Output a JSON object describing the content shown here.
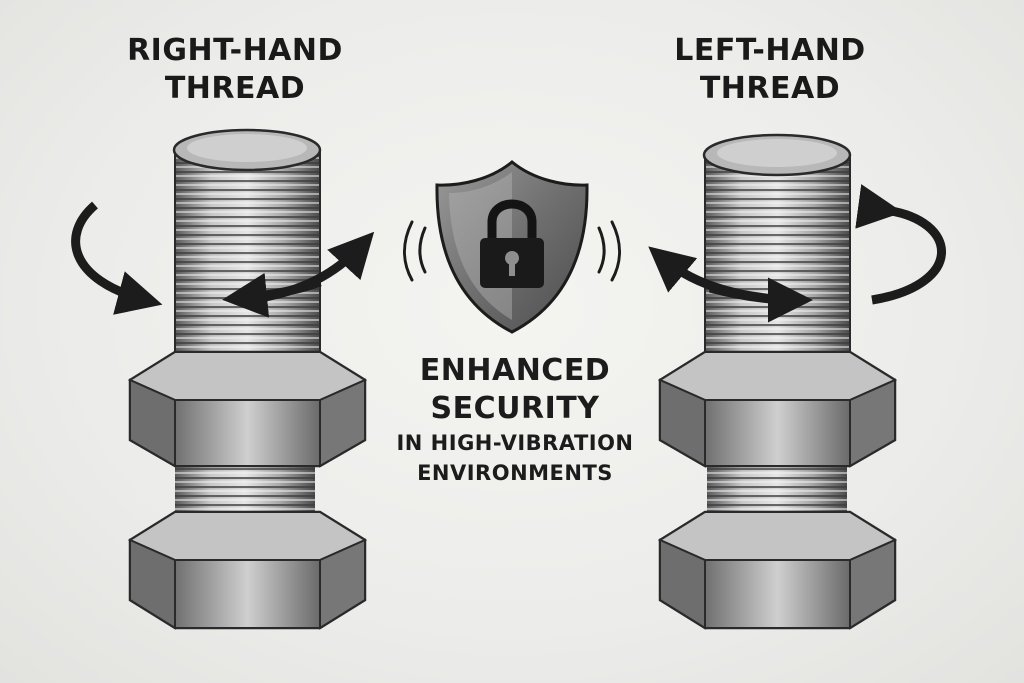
{
  "right_hand": {
    "line1": "RIGHT-HAND",
    "line2": "THREAD"
  },
  "left_hand": {
    "line1": "LEFT-HAND",
    "line2": "THREAD"
  },
  "center": {
    "line1": "ENHANCED",
    "line2": "SECURITY",
    "line3": "IN HIGH-VIBRATION",
    "line4": "ENVIRONMENTS"
  },
  "icons": [
    "curved-rotation-arrow",
    "shield-padlock-icon",
    "hex-nut",
    "threaded-bolt"
  ],
  "colors": {
    "background": "#ececea",
    "ink": "#1a1a1a",
    "steel": "#9a9a9a"
  }
}
